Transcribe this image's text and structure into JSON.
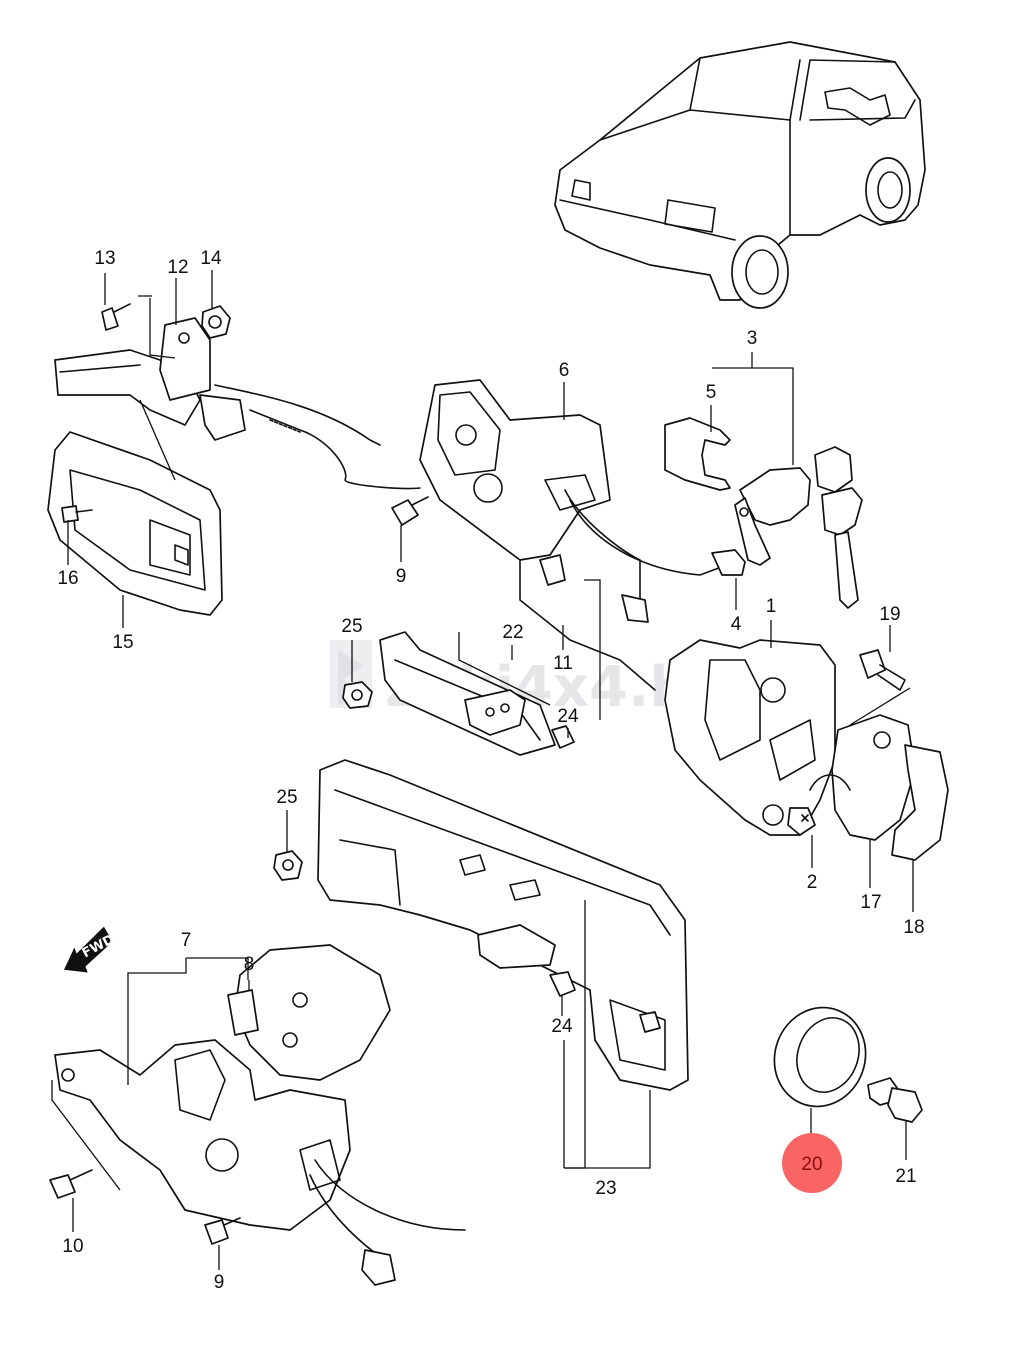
{
  "diagram": {
    "type": "exploded-parts-diagram",
    "subject": "Door lock, handle and latch assembly",
    "watermark": "zuki4x4.hu",
    "direction_indicator": "FWD",
    "highlight_color": "#f96464",
    "highlighted_part": "20",
    "callouts": [
      {
        "id": "c1",
        "label": "1"
      },
      {
        "id": "c2",
        "label": "2"
      },
      {
        "id": "c3",
        "label": "3"
      },
      {
        "id": "c4",
        "label": "4"
      },
      {
        "id": "c5",
        "label": "5"
      },
      {
        "id": "c6",
        "label": "6"
      },
      {
        "id": "c7",
        "label": "7"
      },
      {
        "id": "c8",
        "label": "8"
      },
      {
        "id": "c9a",
        "label": "9"
      },
      {
        "id": "c9b",
        "label": "9"
      },
      {
        "id": "c10",
        "label": "10"
      },
      {
        "id": "c11",
        "label": "11"
      },
      {
        "id": "c12",
        "label": "12"
      },
      {
        "id": "c13",
        "label": "13"
      },
      {
        "id": "c14",
        "label": "14"
      },
      {
        "id": "c15",
        "label": "15"
      },
      {
        "id": "c16",
        "label": "16"
      },
      {
        "id": "c17",
        "label": "17"
      },
      {
        "id": "c18",
        "label": "18"
      },
      {
        "id": "c19",
        "label": "19"
      },
      {
        "id": "c20",
        "label": "20"
      },
      {
        "id": "c21",
        "label": "21"
      },
      {
        "id": "c22",
        "label": "22"
      },
      {
        "id": "c23",
        "label": "23"
      },
      {
        "id": "c24a",
        "label": "24"
      },
      {
        "id": "c24b",
        "label": "24"
      },
      {
        "id": "c25a",
        "label": "25"
      },
      {
        "id": "c25b",
        "label": "25"
      }
    ]
  }
}
